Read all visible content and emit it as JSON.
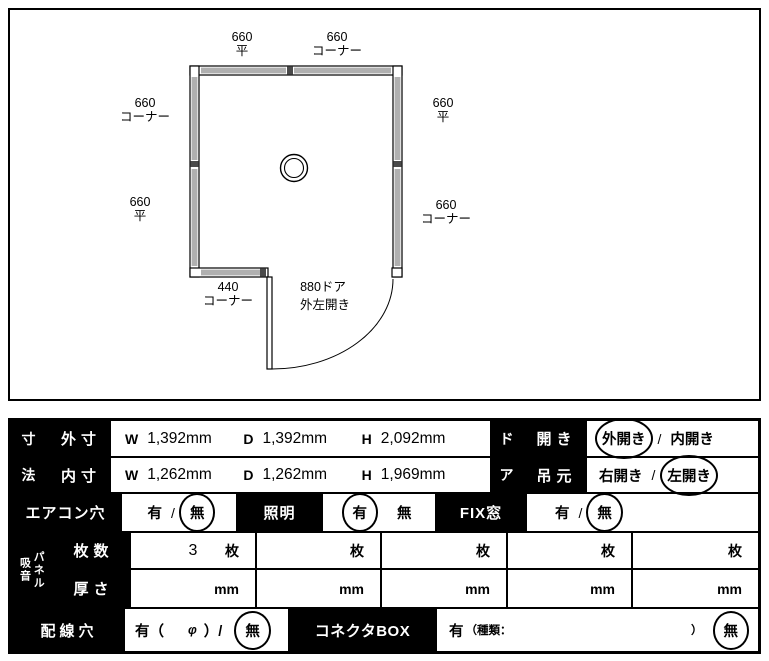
{
  "colors": {
    "line": "#000000",
    "wall_fill": "#b0b0b0",
    "joint_fill": "#4a4a4a",
    "header_bg": "#000000",
    "header_text": "#ffffff"
  },
  "diagram": {
    "labels": {
      "top_left": {
        "dim": "660",
        "type": "平"
      },
      "top_right": {
        "dim": "660",
        "type": "コーナー"
      },
      "left_top": {
        "dim": "660",
        "type": "コーナー"
      },
      "left_bottom": {
        "dim": "660",
        "type": "平"
      },
      "right_top": {
        "dim": "660",
        "type": "平"
      },
      "right_bottom": {
        "dim": "660",
        "type": "コーナー"
      },
      "bottom_left": {
        "dim": "440",
        "type": "コーナー"
      },
      "door": {
        "dim": "880ドア",
        "type": "外左開き"
      }
    }
  },
  "table": {
    "dims": {
      "col_sun": "寸",
      "col_hou": "法",
      "outer_label": "外寸",
      "inner_label": "内寸",
      "w_label": "W",
      "d_label": "D",
      "h_label": "H",
      "outer": {
        "w": "1,392mm",
        "d": "1,392mm",
        "h": "2,092mm"
      },
      "inner": {
        "w": "1,262mm",
        "d": "1,262mm",
        "h": "1,969mm"
      }
    },
    "door": {
      "col_do": "ド",
      "col_a": "ア",
      "hiraki_label": "開き",
      "tsurimoto_label": "吊元",
      "hiraki": {
        "opt1": "外開き",
        "sep": "/",
        "opt2": "内開き",
        "selected": "外開き"
      },
      "tsurimoto": {
        "opt1": "右開き",
        "sep": "/",
        "opt2": "左開き",
        "selected": "左開き"
      }
    },
    "options_row": {
      "aircon": {
        "label": "エアコン穴",
        "opt1": "有",
        "sep": "/",
        "opt2": "無",
        "selected": "無"
      },
      "lighting": {
        "label": "照明",
        "opt1": "有",
        "opt2": "無",
        "selected": "有"
      },
      "fix_window": {
        "label": "FIX窓",
        "opt1": "有",
        "sep": "/",
        "opt2": "無",
        "selected": "無"
      }
    },
    "panel": {
      "label_col1": "吸音",
      "label_col2": "パネル",
      "count": {
        "label": "枚数",
        "cells": [
          {
            "value": "3",
            "unit": "枚"
          },
          {
            "value": "",
            "unit": "枚"
          },
          {
            "value": "",
            "unit": "枚"
          },
          {
            "value": "",
            "unit": "枚"
          },
          {
            "value": "",
            "unit": "枚"
          }
        ]
      },
      "thickness": {
        "label": "厚さ",
        "cells": [
          {
            "value": "",
            "unit": "mm"
          },
          {
            "value": "",
            "unit": "mm"
          },
          {
            "value": "",
            "unit": "mm"
          },
          {
            "value": "",
            "unit": "mm"
          },
          {
            "value": "",
            "unit": "mm"
          }
        ]
      }
    },
    "bottom_row": {
      "wiring": {
        "label": "配線穴",
        "pre": "有（",
        "phi": "φ",
        "post": "）/",
        "opt2": "無",
        "selected": "無"
      },
      "connector": {
        "label": "コネクタBOX",
        "pre": "有",
        "kind": "（種類：",
        "close": "）",
        "opt2": "無",
        "selected": "無"
      }
    }
  }
}
